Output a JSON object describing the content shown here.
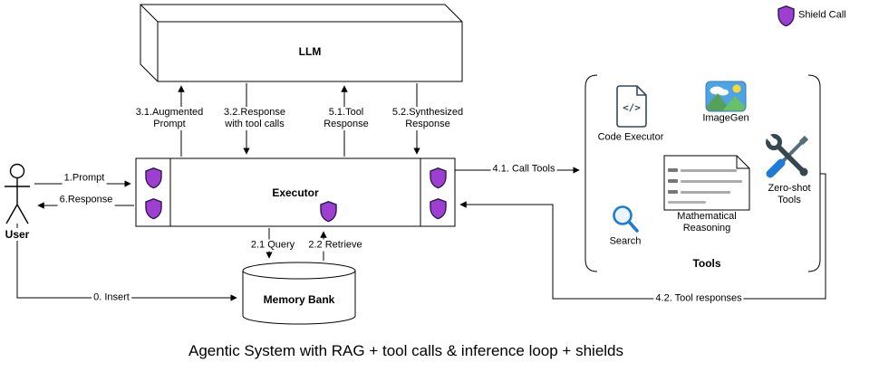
{
  "title": "Agentic System with RAG + tool calls & inference loop + shields",
  "legend": {
    "shield_label": "Shield Call"
  },
  "nodes": {
    "llm": {
      "label": "LLM"
    },
    "executor": {
      "label": "Executor"
    },
    "user": {
      "label": "User"
    },
    "memory_bank": {
      "label": "Memory Bank"
    },
    "tools_group": {
      "label": "Tools"
    }
  },
  "tools": {
    "code_executor": {
      "label": "Code Executor",
      "glyph": "</>",
      "icon": "code-document-icon"
    },
    "imagegen": {
      "label": "ImageGen",
      "icon": "landscape-picture-icon"
    },
    "search": {
      "label": "Search",
      "icon": "magnifying-glass-icon"
    },
    "math_reasoning": {
      "label": "Mathematical\nReasoning",
      "icon": "formula-document-icon"
    },
    "zero_shot": {
      "label": "Zero-shot\nTools",
      "icon": "crossed-wrench-screwdriver-icon"
    }
  },
  "edges": {
    "insert": {
      "label": "0. Insert"
    },
    "prompt": {
      "label": "1.Prompt"
    },
    "query": {
      "label": "2.1 Query"
    },
    "retrieve": {
      "label": "2.2 Retrieve"
    },
    "augmented_prompt": {
      "label": "3.1.Augmented\nPrompt"
    },
    "response_with_tool_calls": {
      "label": "3.2.Response\nwith tool calls"
    },
    "call_tools": {
      "label": "4.1. Call Tools"
    },
    "tool_responses": {
      "label": "4.2. Tool responses"
    },
    "tool_response": {
      "label": "5.1.Tool\nResponse"
    },
    "synthesized_response": {
      "label": "5.2.Synthesized\nResponse"
    },
    "response": {
      "label": "6.Response"
    }
  },
  "colors": {
    "shield_fill": "#9f3fd1",
    "shield_stroke": "#2b1a55",
    "search_blue": "#1f7bd4",
    "image_sky": "#4da3e4",
    "image_hill": "#57a05a",
    "image_hill2": "#6abf69",
    "sun_yellow": "#fdd835",
    "tool_dark": "#37474f",
    "code_ink": "#34495e",
    "stroke": "#000000"
  }
}
